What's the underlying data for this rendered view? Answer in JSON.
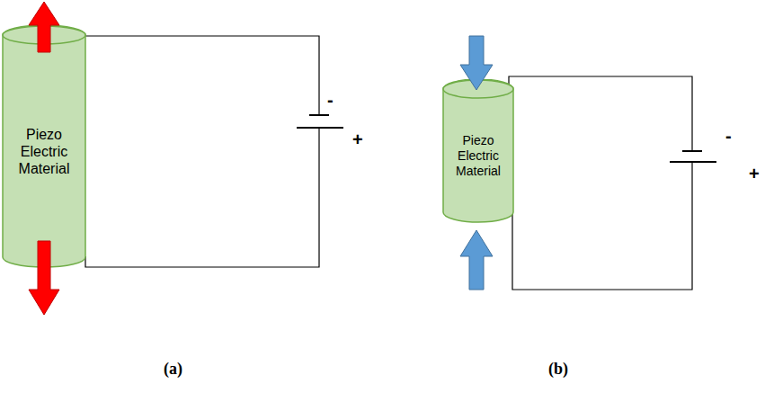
{
  "diagram": {
    "nodes": [
      {
        "text": [
          "Piezo Electric Material"
        ]
      },
      {
        "text": [
          "Piezo Electric Material"
        ]
      }
    ],
    "labels": [
      "-",
      "+",
      "-",
      "+",
      "(a)",
      "(b)"
    ]
  }
}
